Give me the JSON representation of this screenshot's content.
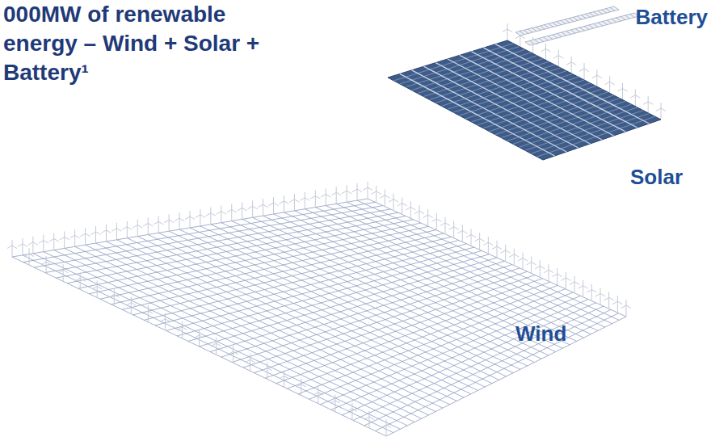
{
  "diagram": {
    "title": "000MW of renewable energy – Wind + Solar + Battery¹",
    "labels": [
      "Battery",
      "Solar",
      "Wind"
    ]
  }
}
